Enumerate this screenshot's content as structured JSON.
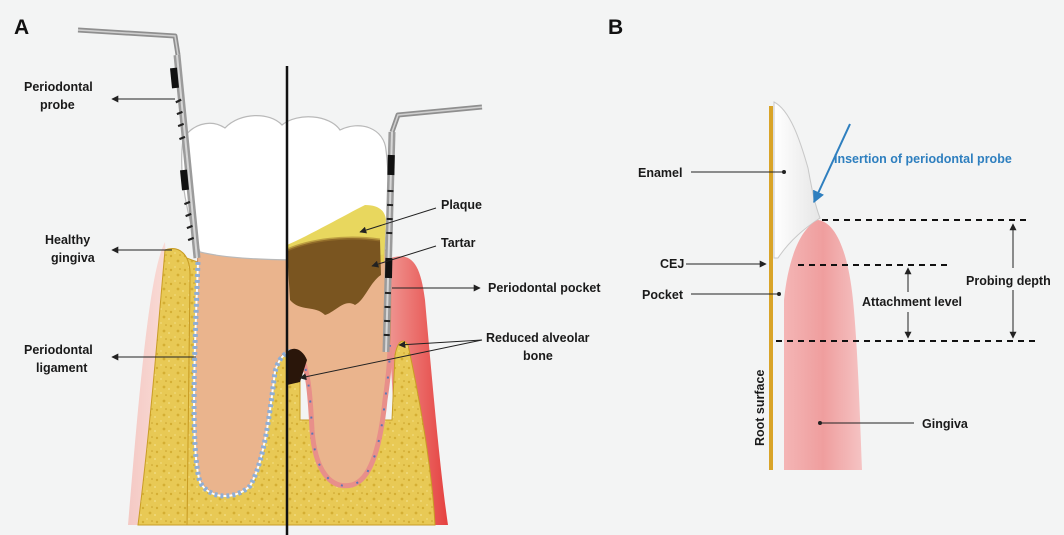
{
  "panels": {
    "a": "A",
    "b": "B"
  },
  "colors": {
    "bone": "#e6c64a",
    "root": "#e9b995",
    "gingiva": "#e88a8a",
    "tartar": "#7a5520",
    "plaque": "#e8d64c",
    "probe": "#8f8f8f",
    "gold_line": "#d9a428",
    "arrow_blue": "#2e7fbf"
  },
  "panel_a": {
    "probe_label_1": "Periodontal",
    "probe_label_2": "probe",
    "healthy_1": "Healthy",
    "healthy_2": "gingiva",
    "ligament_1": "Periodontal",
    "ligament_2": "ligament",
    "plaque": "Plaque",
    "tartar": "Tartar",
    "pocket": "Periodontal pocket",
    "bone_1": "Reduced alveolar",
    "bone_2": "bone"
  },
  "panel_b": {
    "insertion": "Insertion of periodontal probe",
    "enamel": "Enamel",
    "cej": "CEJ",
    "pocket": "Pocket",
    "attachment": "Attachment level",
    "probing_depth": "Probing depth",
    "root_surface": "Root surface",
    "gingiva": "Gingiva"
  }
}
